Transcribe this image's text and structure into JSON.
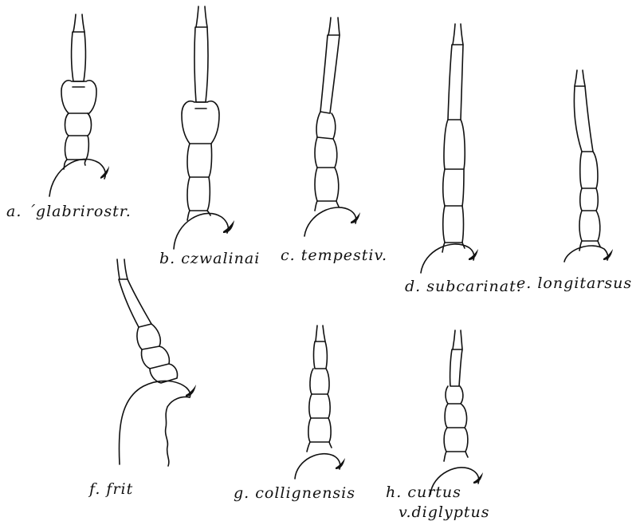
{
  "figures": [
    {
      "id": "a",
      "label": "a. ˊglabrirostr."
    },
    {
      "id": "b",
      "label": "b. czwalinai"
    },
    {
      "id": "c",
      "label": "c. tempestiv."
    },
    {
      "id": "d",
      "label": "d. subcarinat."
    },
    {
      "id": "e",
      "label": "e. longitarsus"
    },
    {
      "id": "f",
      "label": "f. frit"
    },
    {
      "id": "g",
      "label": "g. collignensis"
    },
    {
      "id": "h",
      "label": "h. curtus",
      "label2": "v.diglyptus"
    }
  ]
}
